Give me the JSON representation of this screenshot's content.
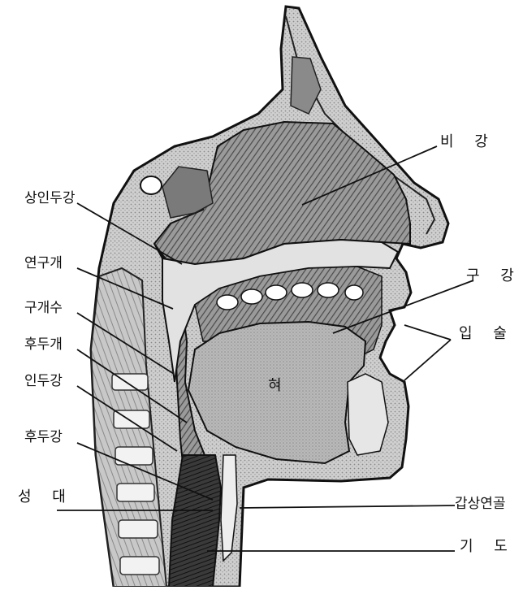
{
  "diagram": {
    "labels": {
      "nasal_cavity": "비 강",
      "nasopharynx": "상인두강",
      "soft_palate": "연구개",
      "uvula": "구개수",
      "epiglottis": "후두개",
      "pharynx": "인두강",
      "larynx": "후두강",
      "vocal_cords": "성 대",
      "oral_cavity": "구 강",
      "lips": "입 술",
      "tongue": "혀",
      "thyroid_cartilage": "갑상연골",
      "trachea": "기 도"
    }
  }
}
